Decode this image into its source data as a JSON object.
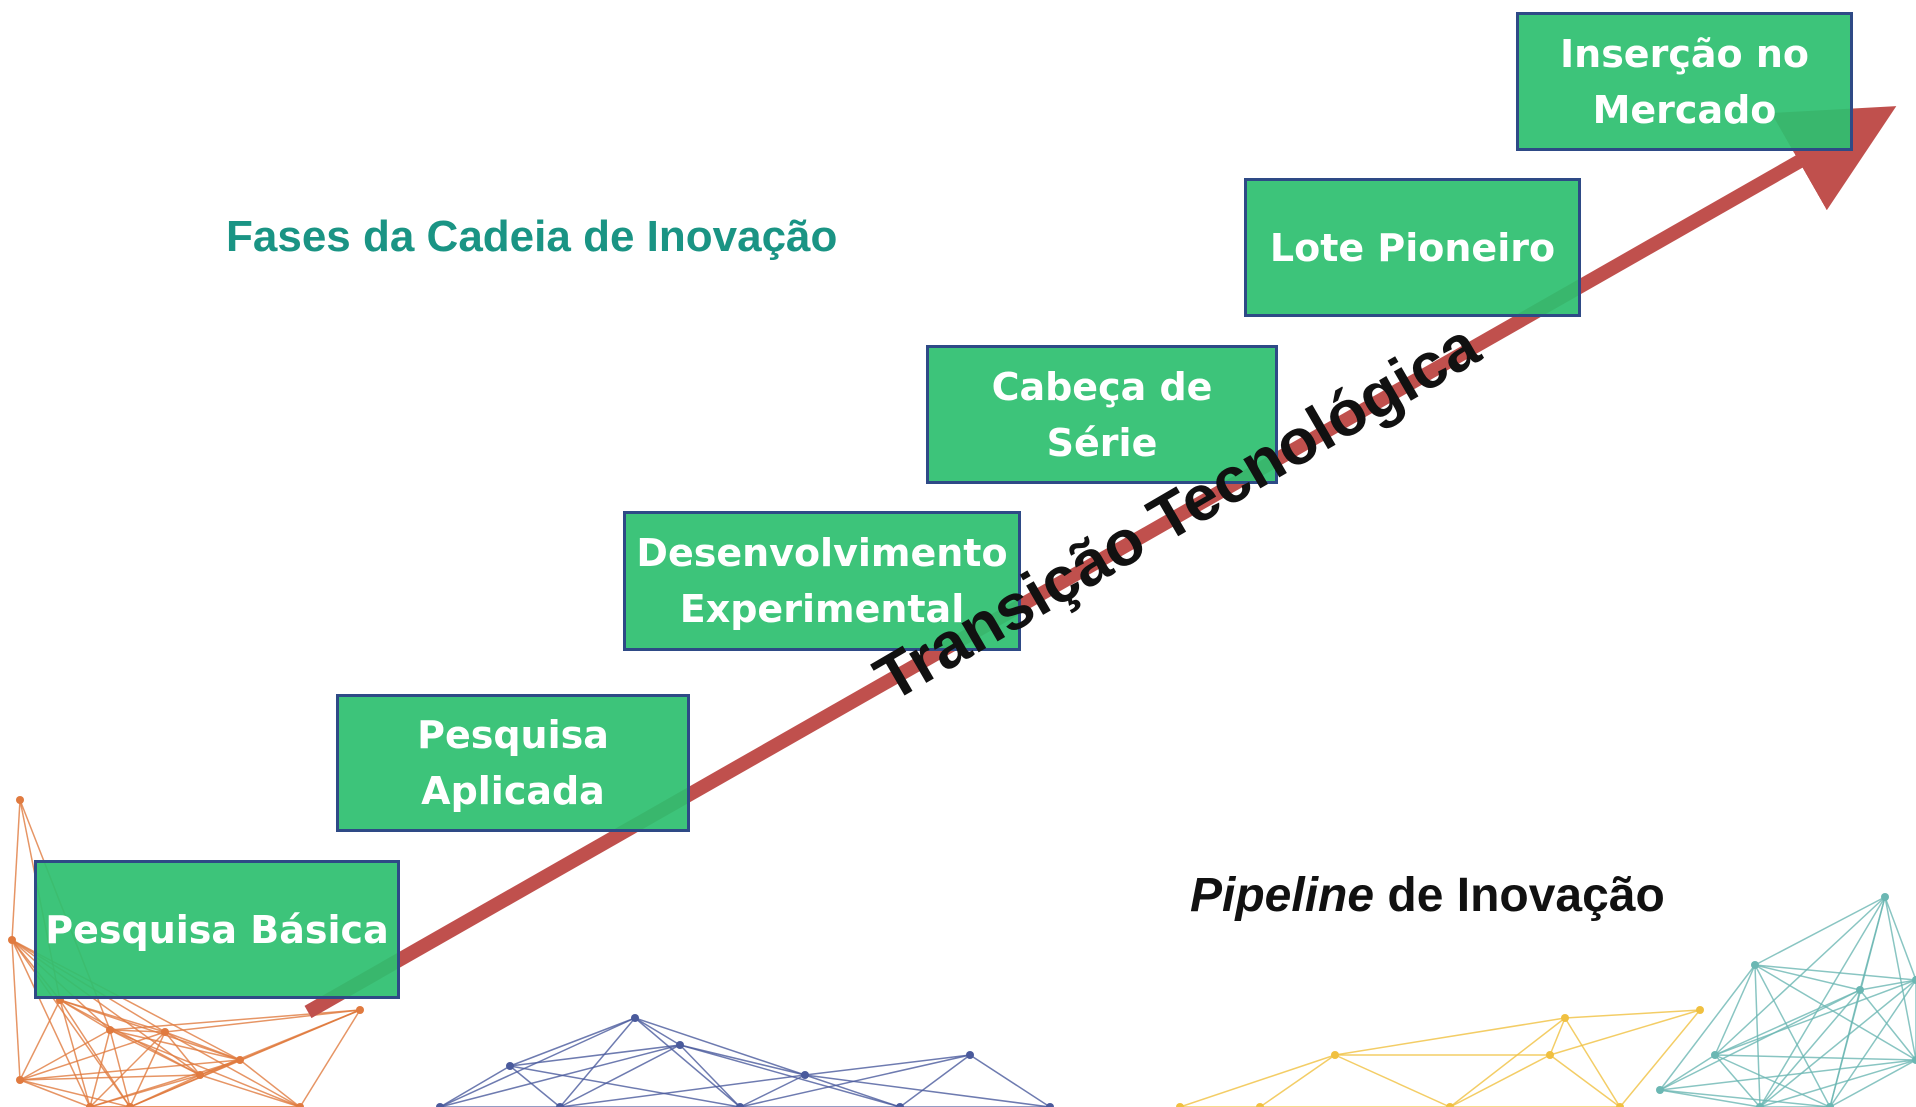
{
  "title": "Fases da Cadeia de Inovação",
  "stages": [
    {
      "label": "Pesquisa Básica"
    },
    {
      "label": "Pesquisa Aplicada"
    },
    {
      "label": "Desenvolvimento Experimental"
    },
    {
      "label": "Cabeça de Série"
    },
    {
      "label": "Lote Pioneiro"
    },
    {
      "label": "Inserção no Mercado"
    }
  ],
  "arrow_label": "Transição Tecnológica",
  "pipeline": {
    "italic": "Pipeline",
    "rest": " de Inovação"
  },
  "colors": {
    "stage_fill": "#2ebf70",
    "stage_border": "#2e4a86",
    "arrow": "#c0504d",
    "title": "#1a9484",
    "network_orange": "#e07a3f",
    "network_blue": "#4a5a9c",
    "network_yellow": "#f0c040",
    "network_teal": "#6bb7b3"
  }
}
